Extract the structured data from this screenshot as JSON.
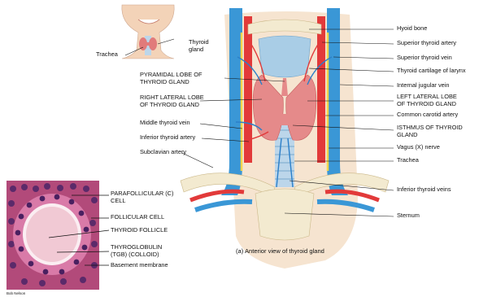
{
  "labels": {
    "hyoid_bone": "Hyoid bone",
    "superior_thyroid_artery": "Superior thyroid artery",
    "superior_thyroid_vein": "Superior thyroid vein",
    "thyroid_cartilage": "Thyroid cartilage of larynx",
    "internal_jugular_vein": "Internal jugular vein",
    "left_lateral_lobe": "LEFT LATERAL LOBE\nOF THYROID GLAND",
    "common_carotid_artery": "Common carotid artery",
    "isthmus": "ISTHMUS OF THYROID\nGLAND",
    "vagus_nerve": "Vagus (X) nerve",
    "trachea_right": "Trachea",
    "inferior_thyroid_veins": "Inferior thyroid veins",
    "sternum": "Sternum",
    "pyramidal_lobe": "PYRAMIDAL LOBE OF\nTHYROID GLAND",
    "right_lateral_lobe": "RIGHT LATERAL LOBE\nOF THYROID GLAND",
    "middle_thyroid_vein": "Middle thyroid vein",
    "inferior_thyroid_artery": "Inferior thyroid artery",
    "subclavian_artery": "Subclavian artery",
    "thyroid_gland_inset": "Thyroid\ngland",
    "trachea_inset": "Trachea",
    "parafollicular_cell": "PARAFOLLICULAR (C)\nCELL",
    "follicular_cell": "FOLLICULAR CELL",
    "thyroid_follicle": "THYROID FOLLICLE",
    "thyroglobulin": "THYROGLOBULIN\n(TGB) (COLLOID)",
    "basement_membrane": "Basement membrane"
  },
  "caption": "(a) Anterior view of thyroid gland",
  "credit": "Bob Nelson",
  "colors": {
    "thyroid": "#e58a8a",
    "artery": "#e23a3a",
    "vein": "#2b7fc9",
    "nerve": "#f2d64b",
    "bone": "#efe6c6",
    "cartilage": "#a9cde6",
    "histology_bg": "#b24a7a",
    "colloid": "#f1c9d4"
  }
}
